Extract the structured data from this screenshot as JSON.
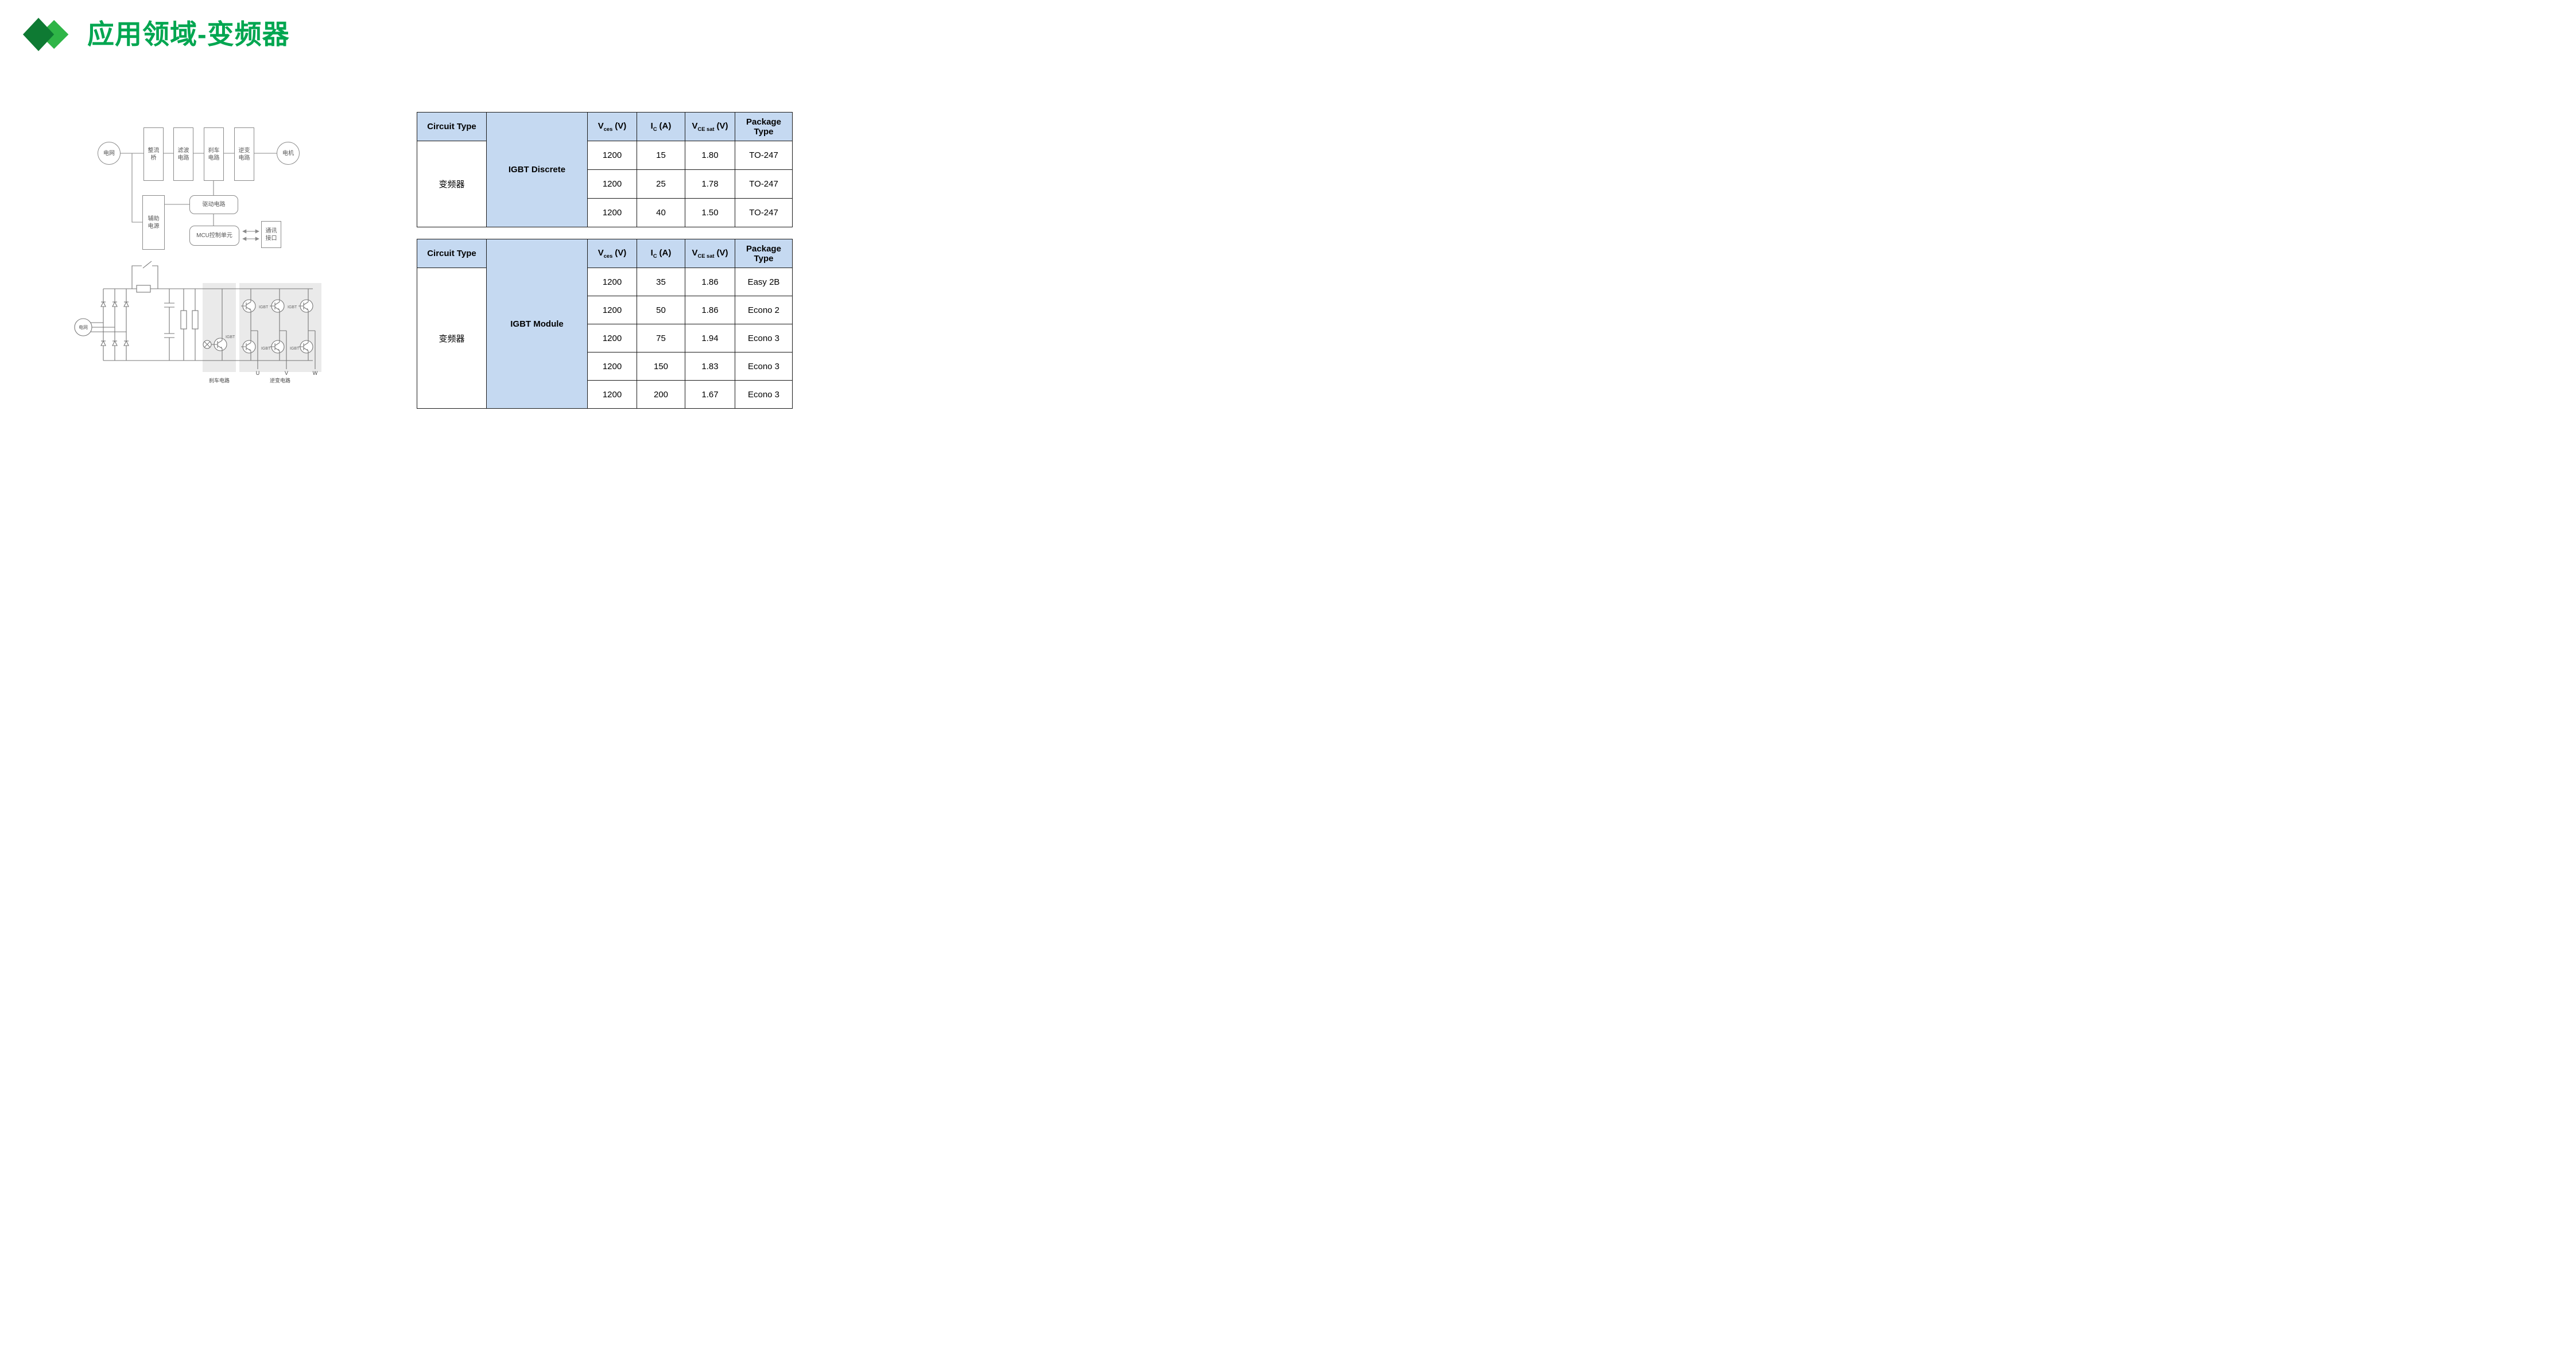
{
  "title": {
    "text": "应用领域-变频器"
  },
  "colors": {
    "title_green": "#00A650",
    "diamond_dark": "#0E7A33",
    "diamond_light": "#2FB547",
    "table_header_blue": "#C5D9F1",
    "diagram_stroke": "#8a8a8a",
    "schematic_stroke": "#777777",
    "shade_gray": "#eaeaea"
  },
  "block_diagram": {
    "grid": "电网",
    "rectifier": "整流\n桥",
    "filter": "滤波\n电路",
    "brake": "刹车\n电路",
    "inverter": "逆变\n电路",
    "motor": "电机",
    "aux_power": "辅助\n电源",
    "driver": "驱动电路",
    "mcu": "MCU控制单元",
    "comm": "通讯\n接口"
  },
  "schematic": {
    "grid": "电网",
    "igbt": "IGBT",
    "brake_label": "刹车电路",
    "inverter_label": "逆变电路",
    "phases": [
      "U",
      "V",
      "W"
    ]
  },
  "table_headers": {
    "circuit_type": "Circuit Type",
    "vces_base": "V",
    "vces_sub": "ces",
    "vces_unit": "(V)",
    "ic_base": "I",
    "ic_sub": "C",
    "ic_unit": "(A)",
    "vcesat_base": "V",
    "vcesat_sub": "CE sat",
    "vcesat_unit": "(V)",
    "package": "Package Type"
  },
  "tables": [
    {
      "circuit_type": "变频器",
      "product": "IGBT Discrete",
      "rows": [
        {
          "vces": "1200",
          "ic": "15",
          "vcesat": "1.80",
          "package": "TO-247"
        },
        {
          "vces": "1200",
          "ic": "25",
          "vcesat": "1.78",
          "package": "TO-247"
        },
        {
          "vces": "1200",
          "ic": "40",
          "vcesat": "1.50",
          "package": "TO-247"
        }
      ]
    },
    {
      "circuit_type": "变频器",
      "product": "IGBT Module",
      "rows": [
        {
          "vces": "1200",
          "ic": "35",
          "vcesat": "1.86",
          "package": "Easy 2B"
        },
        {
          "vces": "1200",
          "ic": "50",
          "vcesat": "1.86",
          "package": "Econo 2"
        },
        {
          "vces": "1200",
          "ic": "75",
          "vcesat": "1.94",
          "package": "Econo 3"
        },
        {
          "vces": "1200",
          "ic": "150",
          "vcesat": "1.83",
          "package": "Econo 3"
        },
        {
          "vces": "1200",
          "ic": "200",
          "vcesat": "1.67",
          "package": "Econo 3"
        }
      ]
    }
  ]
}
